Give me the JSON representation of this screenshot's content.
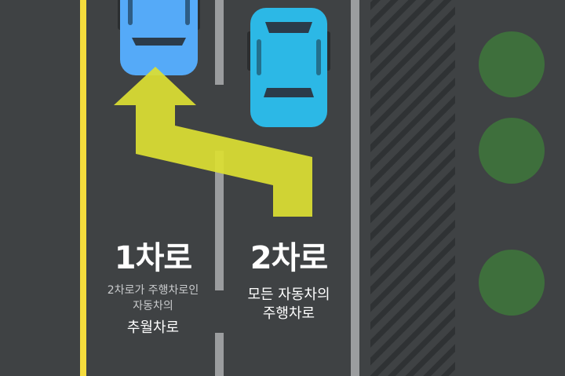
{
  "colors": {
    "road": "#3f4244",
    "yellow_line": "#f5dc3c",
    "white_line": "#9b9d9f",
    "arrow": "#dcdf33",
    "car_lane1": "#55aaf8",
    "car_lane2": "#2cb8e6",
    "tree": "#3e6f3c",
    "hatch": "#2f3234"
  },
  "lane1": {
    "title": "1차로",
    "desc_line1": "2차로가 주행차로인",
    "desc_line2": "자동차의",
    "desc_line3": "추월차로"
  },
  "lane2": {
    "title": "2차로",
    "desc_line1": "모든 자동차의",
    "desc_line2": "주행차로"
  }
}
